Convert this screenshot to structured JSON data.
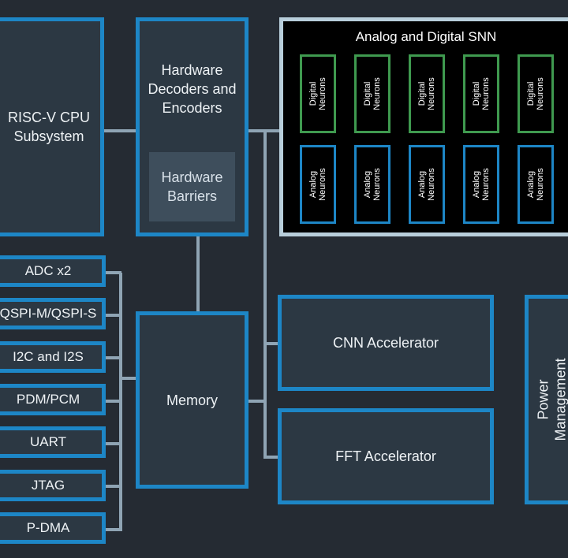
{
  "colors": {
    "background": "#252b33",
    "block_fill": "#2c3843",
    "block_border": "#1d86c6",
    "snn_border": "#b8cedb",
    "digital_neuron_border": "#3f9a4f",
    "analog_neuron_border": "#1d86c6",
    "connector": "#8fa4b4"
  },
  "blocks": {
    "cpu": "RISC-V CPU\nSubsystem",
    "codec": "Hardware\nDecoders and\nEncoders",
    "barriers": "Hardware\nBarriers",
    "memory": "Memory",
    "cnn": "CNN Accelerator",
    "fft": "FFT Accelerator",
    "power": "Power\nManagement"
  },
  "snn": {
    "title": "Analog and Digital SNN",
    "digital_label": "Digital\nNeurons",
    "analog_label": "Analog\nNeurons",
    "count_per_row": 5
  },
  "peripherals": [
    "ADC x2",
    "QSPI-M/QSPI-S",
    "I2C and I2S",
    "PDM/PCM",
    "UART",
    "JTAG",
    "P-DMA"
  ]
}
